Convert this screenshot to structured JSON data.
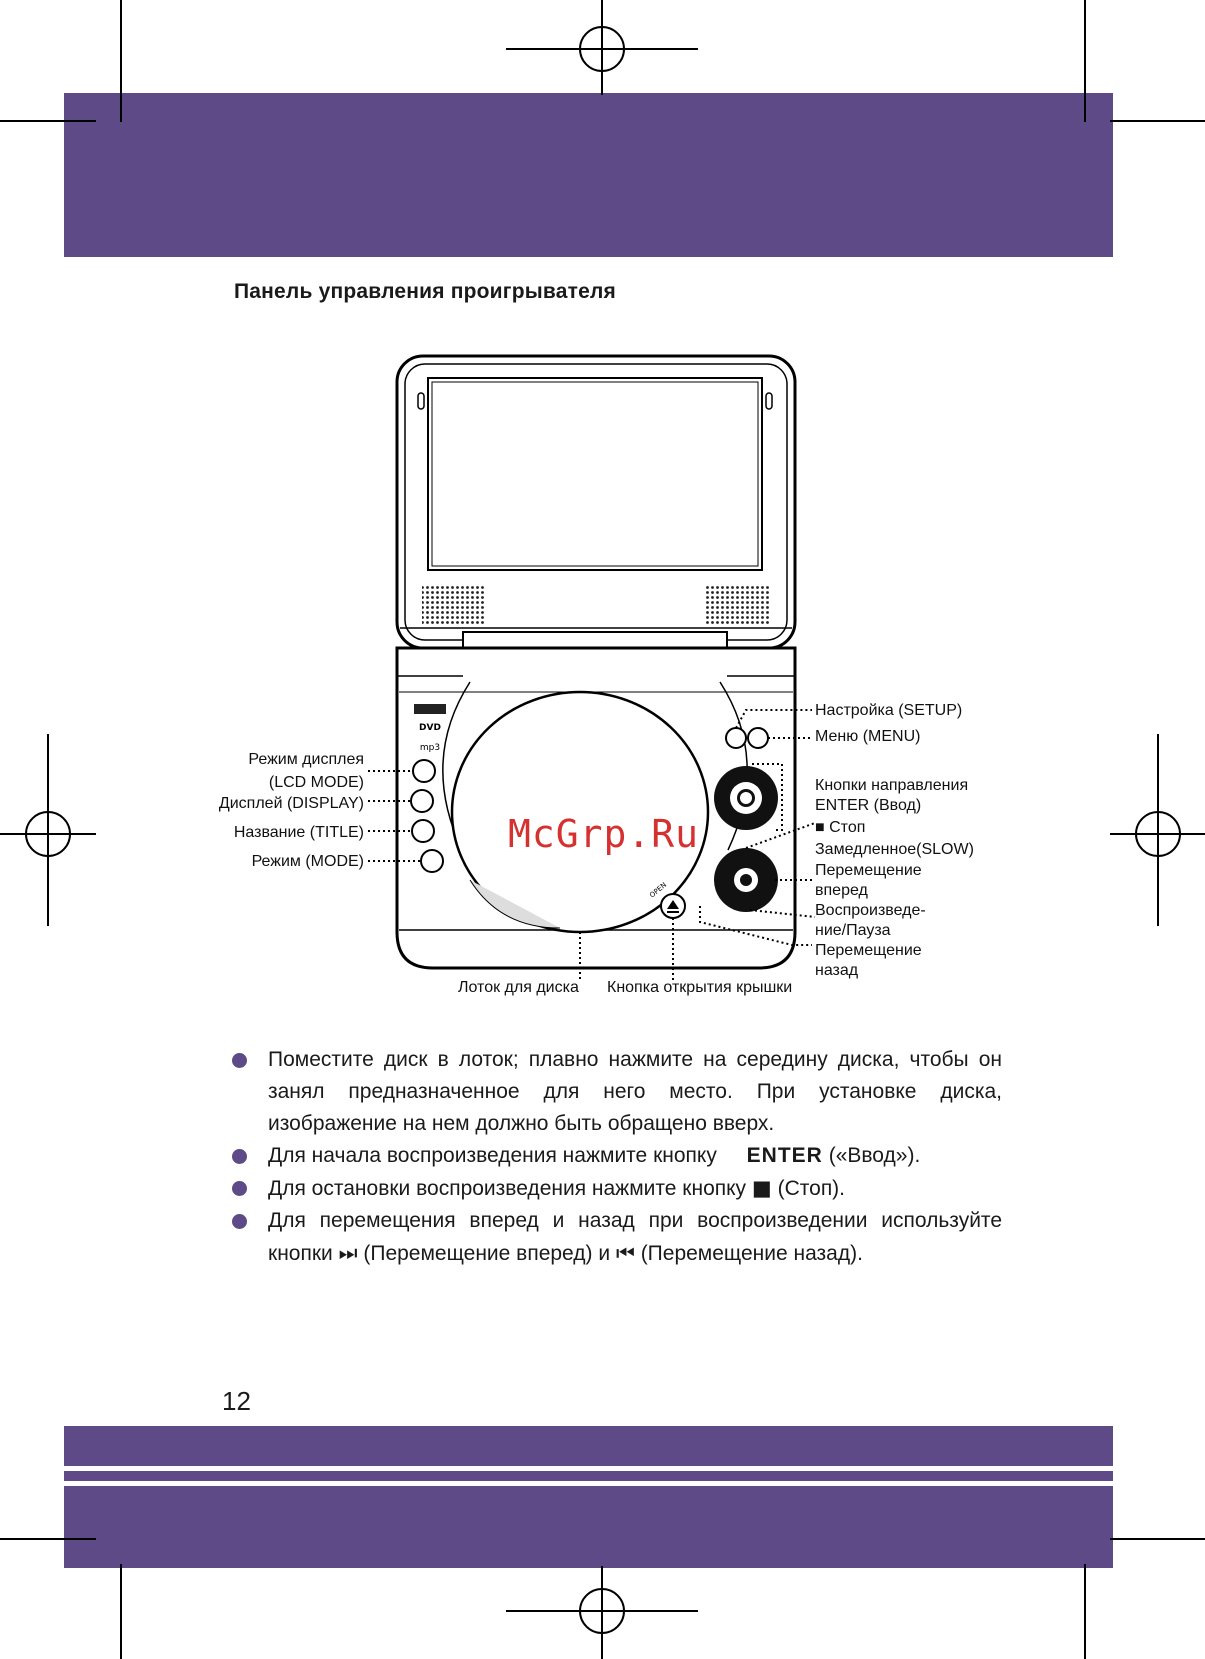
{
  "page_title": "Панель управления проигрывателя",
  "watermark": "McGrp.Ru",
  "page_number": "12",
  "callouts": {
    "setup": "Настройка (SETUP)",
    "menu": "Меню (MENU)",
    "direction_1": "Кнопки направления",
    "direction_2": "ENTER (Ввод)",
    "stop": "■ Стоп",
    "slow": "Замедленное(SLOW)",
    "forward_1": "Перемещение",
    "forward_2": "вперед",
    "play_1": "Воспроизведе-",
    "play_2": "ние/Пауза",
    "back_1": "Перемещение",
    "back_2": "назад",
    "lcd_1": "Режим дисплея",
    "lcd_2": "(LCD MODE)",
    "display": "Дисплей (DISPLAY)",
    "title_btn": "Название (TITLE)",
    "mode": "Режим (MODE)",
    "tray": "Лоток для диска",
    "lid": "Кнопка открытия крышки"
  },
  "bullets": {
    "b1": "Поместите диск в лоток; плавно нажмите на середину диска, чтобы он занял предназначенное для него место. При установке диска, изображение на нем должно быть обращено вверх.",
    "b2_text": "Для начала воспроизведения нажмите кнопку",
    "b2_enter": "ENTER",
    "b2_tail": "(«Ввод»).",
    "b3_text": "Для остановки воспроизведения нажмите кнопку",
    "b3_stop_icon": "■",
    "b3_tail": "(Стоп).",
    "b4_text": "Для перемещения вперед и назад при воспроизведении используйте кнопки",
    "b4_next_icon": "⏭",
    "b4_mid": "(Перемещение вперед) и",
    "b4_prev_icon": "⏮",
    "b4_tail": "(Перемещение назад)."
  },
  "colors": {
    "band": "#5e4a87",
    "watermark": "#d01414"
  }
}
